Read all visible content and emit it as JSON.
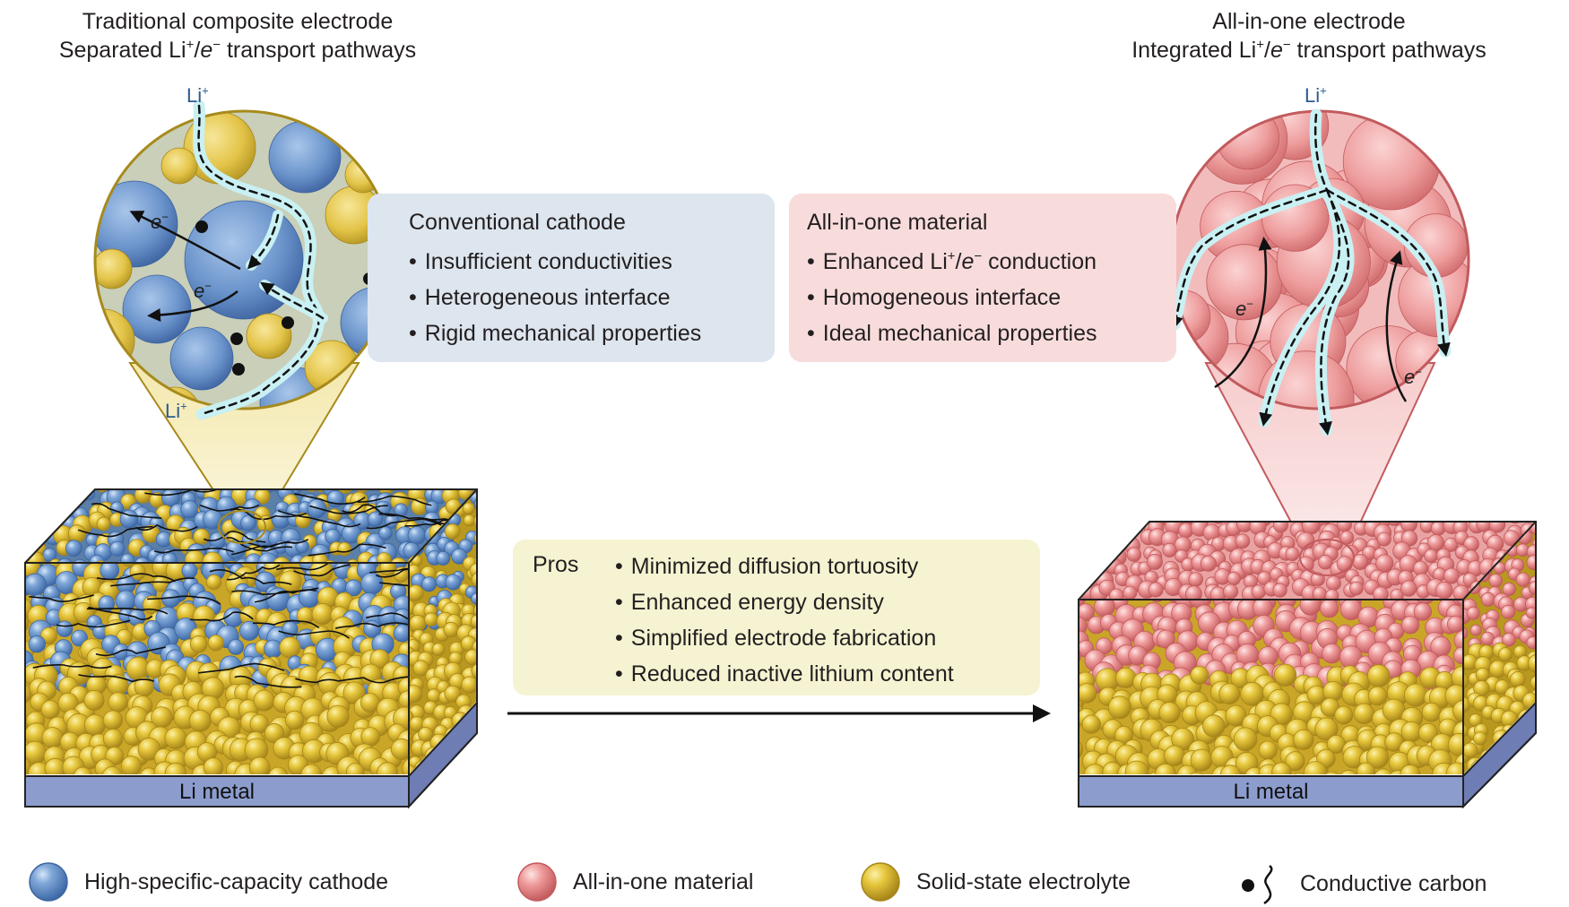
{
  "titles": {
    "left_line1": "Traditional composite electrode",
    "left_line2_prefix": "Separated Li",
    "left_line2_sup": "+",
    "left_line2_slash": "/",
    "left_line2_e": "e",
    "left_line2_sup2": "−",
    "left_line2_suffix": " transport pathways",
    "right_line1": "All-in-one electrode",
    "right_line2_prefix": "Integrated Li",
    "right_line2_sup": "+",
    "right_line2_slash": "/",
    "right_line2_e": "e",
    "right_line2_sup2": "−",
    "right_line2_suffix": " transport pathways"
  },
  "labels": {
    "li": "Li",
    "plus": "+",
    "e": "e",
    "minus": "−"
  },
  "conventional": {
    "heading": "Conventional cathode",
    "items": [
      "Insufficient conductivities",
      "Heterogeneous interface",
      "Rigid mechanical properties"
    ]
  },
  "allinone": {
    "heading": "All-in-one material",
    "item1_prefix": "Enhanced Li",
    "item1_sup": "+",
    "item1_slash": "/",
    "item1_e": "e",
    "item1_sup2": "−",
    "item1_suffix": " conduction",
    "items": [
      "Homogeneous interface",
      "Ideal mechanical properties"
    ]
  },
  "pros": {
    "heading": "Pros",
    "items": [
      "Minimized diffusion tortuosity",
      "Enhanced energy density",
      "Simplified electrode fabrication",
      "Reduced inactive lithium content"
    ]
  },
  "li_metal": "Li metal",
  "legend": [
    {
      "label": "High-specific-capacity cathode",
      "icon": "blue-sphere-icon"
    },
    {
      "label": "All-in-one material",
      "icon": "pink-sphere-icon"
    },
    {
      "label": "Solid-state electrolyte",
      "icon": "yellow-sphere-icon"
    },
    {
      "label": "Conductive carbon",
      "icon": "carbon-dot-curl-icon"
    }
  ],
  "colors": {
    "cathode_blue": "#6f98cf",
    "allinone_pink": "#ef9a9a",
    "electrolyte_yellow": "#e2c43a",
    "li_metal": "#8e9cc8",
    "path_cyan": "#bfeef2",
    "panel_blue": "#dde5ee",
    "panel_pink": "#f8dcdc",
    "panel_yellow": "#f6f3d2"
  }
}
